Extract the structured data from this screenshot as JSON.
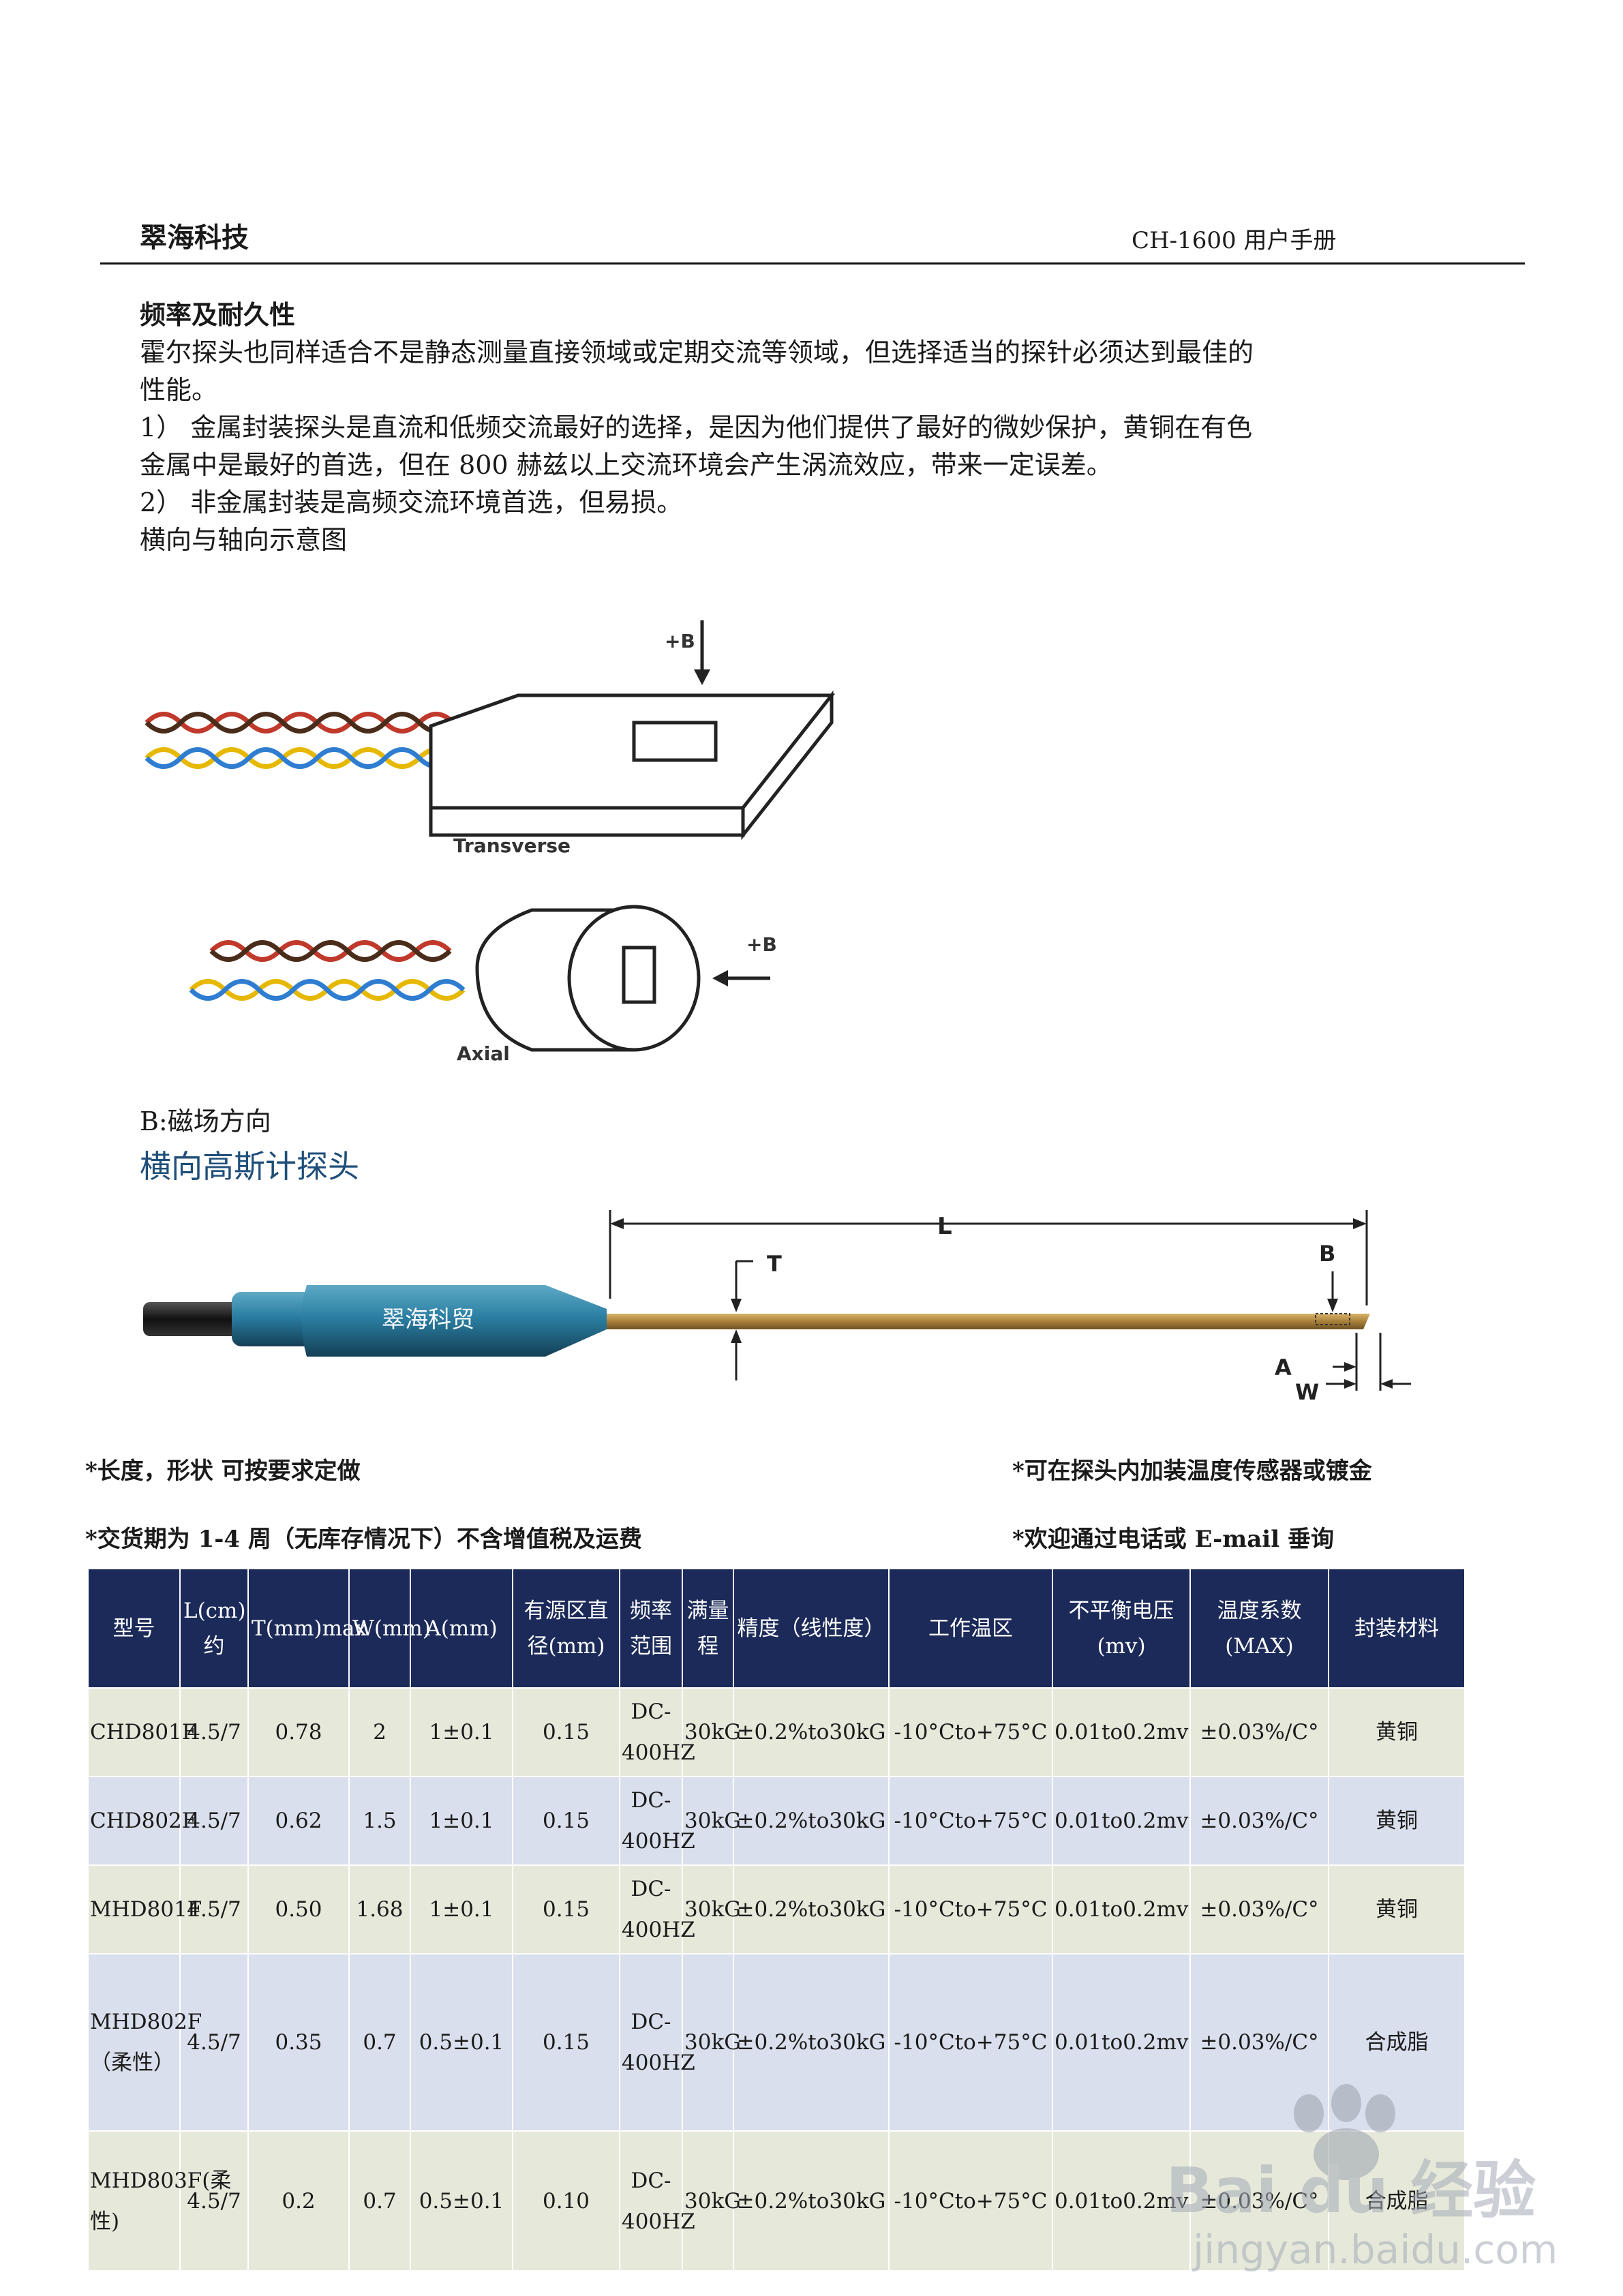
{
  "header": {
    "company": "翠海科技",
    "manual": "CH-1600 用户手册"
  },
  "intro": {
    "title": "频率及耐久性",
    "lines": [
      "霍尔探头也同样适合不是静态测量直接领域或定期交流等领域，但选择适当的探针必须达到最佳的",
      "性能。",
      "1）  金属封装探头是直流和低频交流最好的选择，是因为他们提供了最好的微妙保护，黄铜在有色",
      "金属中是最好的首选，但在 800 赫兹以上交流环境会产生涡流效应，带来一定误差。",
      "2）  非金属封装是高频交流环境首选，但易损。",
      "横向与轴向示意图"
    ]
  },
  "figure1": {
    "plus_b": "+B",
    "transverse": "Transverse",
    "axial": "Axial"
  },
  "b_note": "B:磁场方向",
  "section_title": "横向高斯计探头",
  "figure2": {
    "label_l": "L",
    "label_t": "T",
    "label_b": "B",
    "label_a": "A",
    "label_w": "W",
    "brand": "翠海科贸"
  },
  "notes": {
    "left1": "*长度，形状 可按要求定做",
    "right1": "*可在探头内加装温度传感器或镀金",
    "left2": "*交货期为 1-4 周（无库存情况下）不含增值税及运费",
    "right2": "*欢迎通过电话或 E-mail 垂询"
  },
  "table": {
    "headers": [
      "型号",
      "L(cm)约",
      "T(mm)max",
      "W(mm)",
      "A(mm)",
      "有源区直径(mm)",
      "频率范围",
      "满量程",
      "精度（线性度）",
      "工作温区",
      "不平衡电压(mv)",
      "温度系数(MAX)",
      "封装材料"
    ],
    "rows": [
      [
        "CHD801F",
        "4.5/7",
        "0.78",
        "2",
        "1±0.1",
        "0.15",
        "DC-400HZ",
        "30kG",
        "±0.2%to30kG",
        "-10°Cto+75°C",
        "0.01to0.2mv",
        "±0.03%/C°",
        "黄铜"
      ],
      [
        "CHD802F",
        "4.5/7",
        "0.62",
        "1.5",
        "1±0.1",
        "0.15",
        "DC-400HZ",
        "30kG",
        "±0.2%to30kG",
        "-10°Cto+75°C",
        "0.01to0.2mv",
        "±0.03%/C°",
        "黄铜"
      ],
      [
        "MHD801F",
        "4.5/7",
        "0.50",
        "1.68",
        "1±0.1",
        "0.15",
        "DC-400HZ",
        "30kG",
        "±0.2%to30kG",
        "-10°Cto+75°C",
        "0.01to0.2mv",
        "±0.03%/C°",
        "黄铜"
      ],
      [
        "MHD802F（柔性）",
        "4.5/7",
        "0.35",
        "0.7",
        "0.5±0.1",
        "0.15",
        "DC-400HZ",
        "30kG",
        "±0.2%to30kG",
        "-10°Cto+75°C",
        "0.01to0.2mv",
        "±0.03%/C°",
        "合成脂"
      ],
      [
        "MHD803F(柔性)",
        "4.5/7",
        "0.2",
        "0.7",
        "0.5±0.1",
        "0.10",
        "DC-400HZ",
        "30kG",
        "±0.2%to30kG",
        "-10°Cto+75°C",
        "0.01to0.2mv",
        "±0.03%/C°",
        "合成脂"
      ]
    ]
  },
  "watermark": {
    "logo": "Bai du 经验",
    "url": "jingyan.baidu.com"
  }
}
